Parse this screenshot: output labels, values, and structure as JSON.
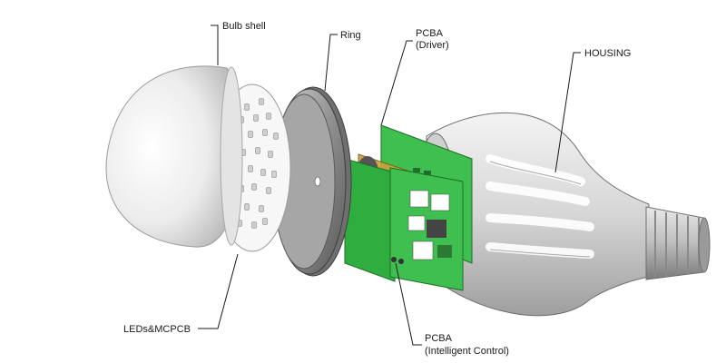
{
  "labels": {
    "bulb_shell": "Bulb shell",
    "ring": "Ring",
    "pcba_driver_line1": "PCBA",
    "pcba_driver_line2": "(Driver)",
    "housing": "HOUSING",
    "leds_mcpcb": "LEDs&MCPCB",
    "pcba_control_line1": "PCBA",
    "pcba_control_line2": "(Intelligent Control)"
  },
  "colors": {
    "pcb_green": "#3fbf4f",
    "pcb_dark_green": "#1f8a2e",
    "housing_gray": "#d9d9d9",
    "ring_gray": "#8a8a8a",
    "shell_white": "#f2f2f2",
    "component_amber": "#c9a23a"
  }
}
